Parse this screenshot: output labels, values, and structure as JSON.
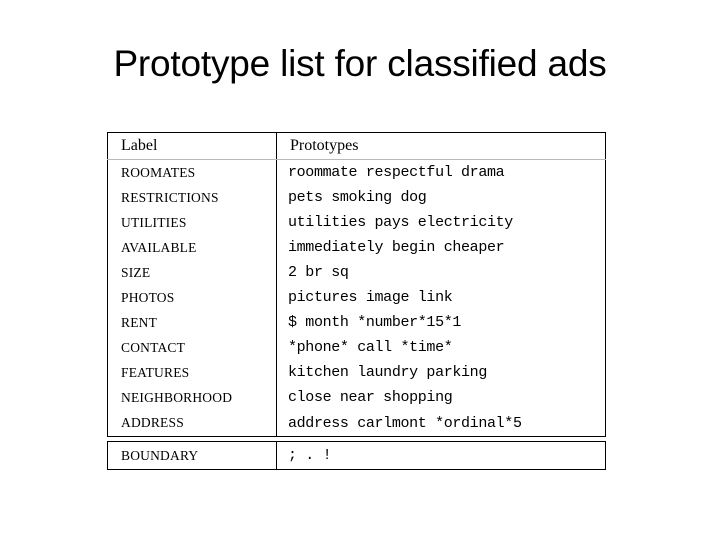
{
  "slide": {
    "title": "Prototype list for classified ads",
    "background_color": "#ffffff",
    "text_color": "#000000",
    "border_color": "#000000",
    "header_rule_color": "#b9b9b9"
  },
  "table": {
    "columns": [
      {
        "key": "label",
        "header": "Label"
      },
      {
        "key": "prototypes",
        "header": "Prototypes"
      }
    ],
    "rows": [
      {
        "label": "ROOMATES",
        "prototypes": "roommate respectful drama"
      },
      {
        "label": "RESTRICTIONS",
        "prototypes": "pets smoking dog"
      },
      {
        "label": "UTILITIES",
        "prototypes": "utilities pays electricity"
      },
      {
        "label": "AVAILABLE",
        "prototypes": "immediately begin cheaper"
      },
      {
        "label": "SIZE",
        "prototypes": "2 br sq"
      },
      {
        "label": "PHOTOS",
        "prototypes": "pictures image link"
      },
      {
        "label": "RENT",
        "prototypes": "$ month *number*15*1"
      },
      {
        "label": "CONTACT",
        "prototypes": "*phone* call *time*"
      },
      {
        "label": "FEATURES",
        "prototypes": "kitchen laundry parking"
      },
      {
        "label": "NEIGHBORHOOD",
        "prototypes": "close near shopping"
      },
      {
        "label": "ADDRESS",
        "prototypes": "address carlmont *ordinal*5"
      }
    ],
    "footer_row": {
      "label": "BOUNDARY",
      "prototypes": "; . !"
    }
  }
}
